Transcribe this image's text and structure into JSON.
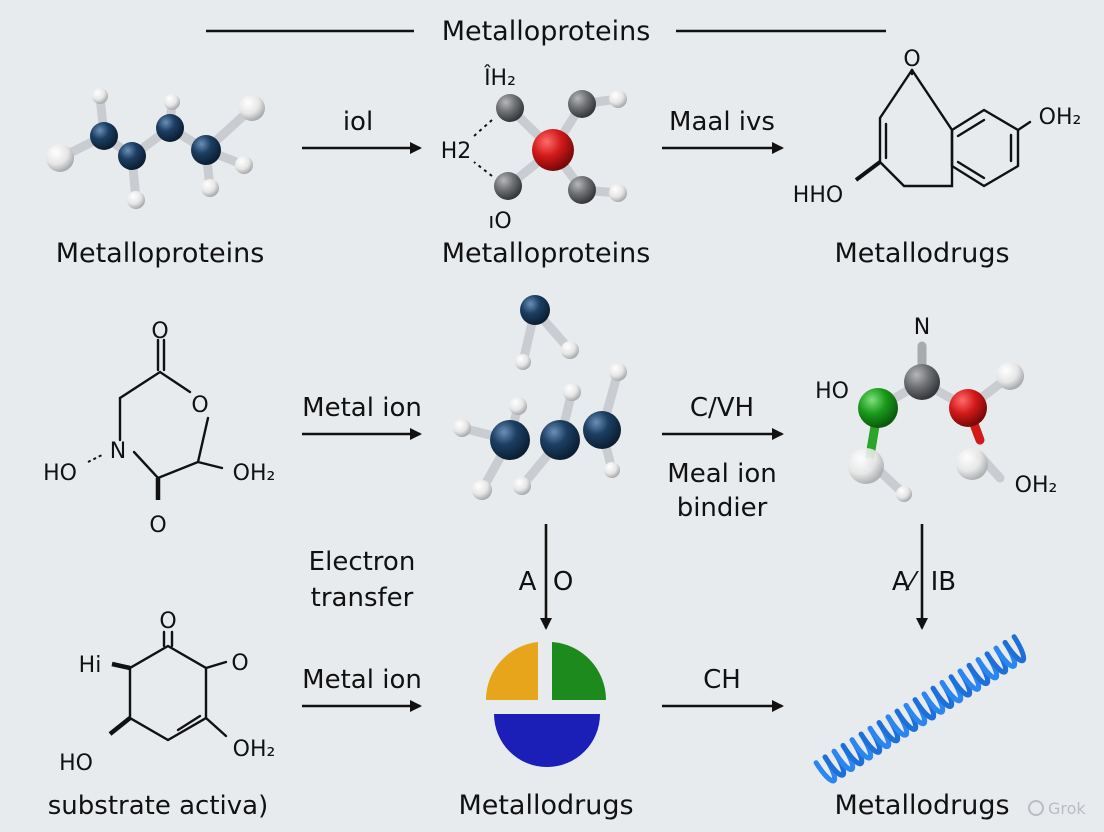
{
  "title": "Metalloproteins",
  "watermark": "Grok",
  "row1": {
    "label_left": "Metalloproteins",
    "label_center": "Metalloproteins",
    "label_right": "Metallodrugs",
    "arrow1": "iol",
    "arrow2": "Maal ivs",
    "center_chem_top": "ÎH₂",
    "center_chem_left": "H2",
    "center_chem_bottom": "ıO",
    "right_chem_o": "O",
    "right_chem_oh2": "OH₂",
    "right_chem_hho": "HHO"
  },
  "row2": {
    "arrow1": "Metal ion",
    "arrow2_top": "C/VH",
    "arrow2_bottom_line1": "Meal ion",
    "arrow2_bottom_line2": "bindier",
    "left_o_top": "O",
    "left_o_ring": "O",
    "left_n": "N",
    "left_ho": "HO",
    "left_oh2": "OH₂",
    "left_o_bottom": "O",
    "right_n": "N",
    "right_ho": "HO",
    "right_oh2": "OH₂"
  },
  "row3": {
    "side_line1": "Electron",
    "side_line2": "transfer",
    "down_arrow1": "A  O",
    "down_arrow2": "A⁄  IB",
    "arrow1": "Metal ion",
    "arrow2": "CH",
    "label_left": "substrate activa)",
    "label_center": "Metallodrugs",
    "label_right": "Metallodrugs",
    "left_o_top": "O",
    "left_o_right": "O",
    "left_hi": "Hi",
    "left_ho": "HO",
    "left_oh2": "OH₂"
  },
  "colors": {
    "background": "#e8ebee",
    "atom_dark_blue": "#1d3f63",
    "atom_red": "#d21a1a",
    "atom_gray": "#6e7074",
    "atom_green": "#1a9a1a",
    "atom_white": "#f4f4f4",
    "pie_orange": "#e6a51a",
    "pie_green": "#1c8a1c",
    "pie_blue": "#1b1fb8",
    "helix_blue": "#1f6fd8"
  }
}
